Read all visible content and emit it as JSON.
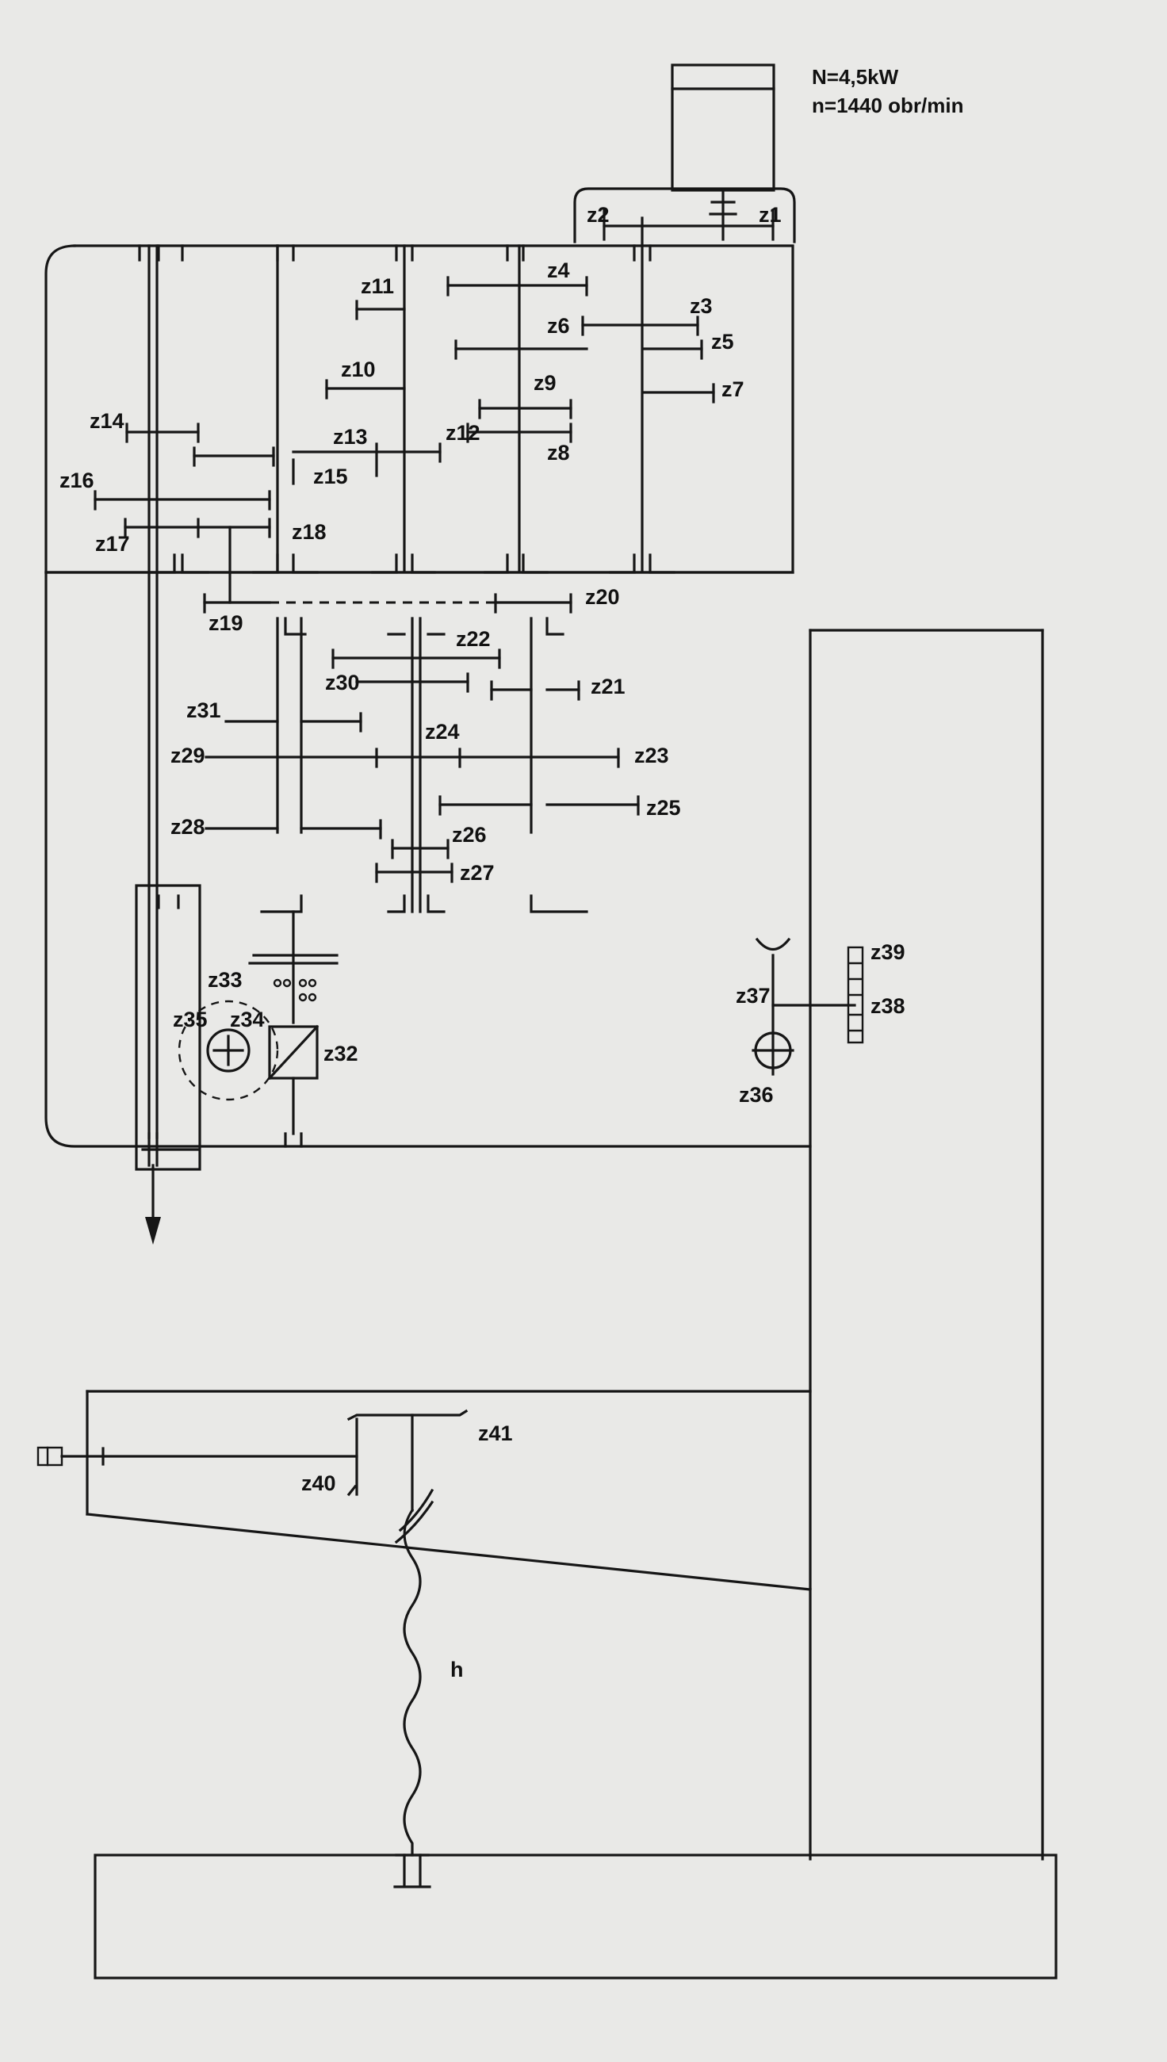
{
  "motor": {
    "power": "N=4,5kW",
    "speed": "n=1440  obr/min"
  },
  "gear_labels": {
    "z1": "z1",
    "z2": "z2",
    "z3": "z3",
    "z4": "z4",
    "z5": "z5",
    "z6": "z6",
    "z7": "z7",
    "z8": "z8",
    "z9": "z9",
    "z10": "z10",
    "z11": "z11",
    "z12": "z12",
    "z13": "z13",
    "z14": "z14",
    "z15": "z15",
    "z16": "z16",
    "z17": "z17",
    "z18": "z18",
    "z19": "z19",
    "z20": "z20",
    "z21": "z21",
    "z22": "z22",
    "z23": "z23",
    "z24": "z24",
    "z25": "z25",
    "z26": "z26",
    "z27": "z27",
    "z28": "z28",
    "z29": "z29",
    "z30": "z30",
    "z31": "z31",
    "z32": "z32",
    "z33": "z33",
    "z34": "z34",
    "z35": "z35",
    "z36": "z36",
    "z37": "z37",
    "z38": "z38",
    "z39": "z39",
    "z40": "z40",
    "z41": "z41"
  },
  "screw_label": "h"
}
